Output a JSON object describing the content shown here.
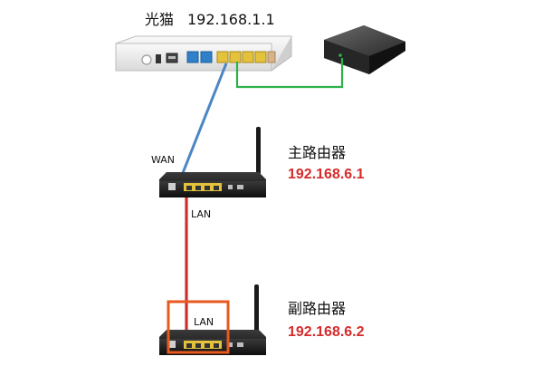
{
  "devices": {
    "modem": {
      "name": "光猫",
      "ip": "192.168.1.1"
    },
    "main_router": {
      "name": "主路由器",
      "ip": "192.168.6.1",
      "port_label": "WAN",
      "uplink_label": "LAN"
    },
    "sub_router": {
      "name": "副路由器",
      "ip": "192.168.6.2",
      "port_label": "LAN"
    }
  },
  "colors": {
    "wan_cable": "#4a86c5",
    "tv_cable": "#2db24a",
    "lan_cable": "#c8322a",
    "highlight_box": "#e8591f",
    "ip_text": "#d62b2b",
    "lan_port": "#e5c23c"
  }
}
